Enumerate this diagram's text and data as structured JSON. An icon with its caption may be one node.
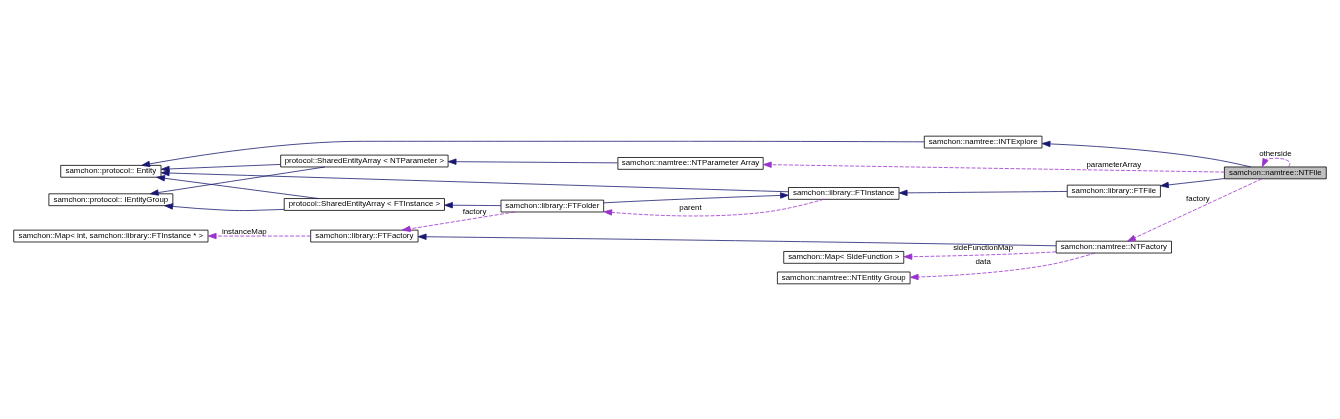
{
  "diagram": {
    "nodes": [
      {
        "text": [
          "samchon::namtree::NTFile"
        ]
      },
      {
        "text": [
          "samchon::namtree::INTExplore"
        ]
      },
      {
        "text": [
          "samchon::namtree::NTParameter Array"
        ]
      },
      {
        "text": [
          "samchon::library::FTFile"
        ]
      },
      {
        "text": [
          "protocol::SharedEntityArray < NTParameter >"
        ]
      },
      {
        "text": [
          "samchon::library::FTInstance"
        ]
      },
      {
        "text": [
          "samchon::library::FTFolder"
        ]
      },
      {
        "text": [
          "protocol::SharedEntityArray < FTInstance >"
        ]
      },
      {
        "text": [
          "samchon::protocol:: Entity"
        ]
      },
      {
        "text": [
          "samchon::protocol:: IEntityGroup"
        ]
      },
      {
        "text": [
          "samchon::library::FTFactory"
        ]
      },
      {
        "text": [
          "samchon::Map< int, samchon::library::FTInstance * >"
        ]
      },
      {
        "text": [
          "samchon::namtree::NTFactory"
        ]
      },
      {
        "text": [
          "samchon::Map< SideFunction >"
        ]
      },
      {
        "text": [
          "samchon::namtree::NTEntity Group"
        ]
      }
    ],
    "edges": [
      {
        "from": 0,
        "to": 1,
        "arrow": "to"
      },
      {
        "from": 0,
        "to": 2,
        "arrow": "to",
        "label": "parameterArray",
        "style": "dashed",
        "color": "#9a32cd"
      },
      {
        "from": 0,
        "to": 3,
        "arrow": "to"
      },
      {
        "from": 0,
        "to": 0,
        "arrow": "to",
        "label": "otherside",
        "style": "dashed",
        "color": "#9a32cd"
      },
      {
        "from": 0,
        "to": 12,
        "arrow": "to",
        "label": "factory",
        "style": "dashed",
        "color": "#9a32cd"
      },
      {
        "from": 1,
        "to": 8,
        "arrow": "to"
      },
      {
        "from": 2,
        "to": 4,
        "arrow": "to"
      },
      {
        "from": 4,
        "to": 8,
        "arrow": "to"
      },
      {
        "from": 4,
        "to": 9,
        "arrow": "to"
      },
      {
        "from": 3,
        "to": 5,
        "arrow": "to"
      },
      {
        "from": 5,
        "to": 8,
        "arrow": "to"
      },
      {
        "from": 6,
        "to": 5,
        "arrow": "to"
      },
      {
        "from": 6,
        "to": 7,
        "arrow": "to"
      },
      {
        "from": 7,
        "to": 8,
        "arrow": "to"
      },
      {
        "from": 7,
        "to": 9,
        "arrow": "to"
      },
      {
        "from": 5,
        "to": 6,
        "arrow": "to",
        "label": "parent",
        "style": "dashed",
        "color": "#9a32cd"
      },
      {
        "from": 6,
        "to": 10,
        "arrow": "to",
        "label": "factory",
        "style": "dashed",
        "color": "#9a32cd"
      },
      {
        "from": 10,
        "to": 11,
        "arrow": "to",
        "label": "instanceMap",
        "style": "dashed",
        "color": "#9a32cd"
      },
      {
        "from": 12,
        "to": 10,
        "arrow": "to"
      },
      {
        "from": 12,
        "to": 13,
        "arrow": "to",
        "label": "sideFunctionMap",
        "style": "dashed",
        "color": "#9a32cd"
      },
      {
        "from": 12,
        "to": 14,
        "arrow": "to",
        "label": "data",
        "style": "dashed",
        "color": "#9a32cd"
      }
    ]
  }
}
